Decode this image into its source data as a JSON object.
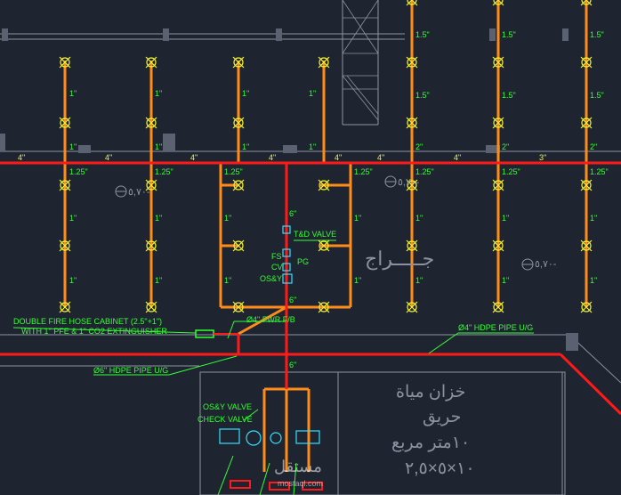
{
  "colors": {
    "background": "#1f2530",
    "branch_pipe": "#ff8c1a",
    "main_pipe": "#ff1a1a",
    "label": "#33ff33",
    "valve_label": "#33e0ff",
    "sprinkler": "#f2f233",
    "wall": "#8c93a0"
  },
  "main_labels": {
    "sizes_4": "4\"",
    "size_3": "3\"",
    "size_6": "6\"",
    "size_1": "1\"",
    "size_125": "1.25\"",
    "size_15": "1.5\"",
    "size_2": "2\""
  },
  "valves": {
    "td_valve": "T&D VALVE",
    "fs": "FS",
    "cv": "CV",
    "pg": "PG",
    "osy": "OS&Y",
    "osy_valve": "OS&Y VALVE",
    "check_valve": "CHECK VALVE"
  },
  "callouts": {
    "fire_cabinet_1": "DOUBLE FIRE HOSE CABINET (2.5\"+1\")",
    "fire_cabinet_2": "WITH 1\" PFE & 1\" CO2 EXTINGUISHER",
    "fwr": "Ø4\" FWR F/B",
    "hdpe6": "Ø6\" HDPE PIPE U/G",
    "hdpe4": "Ø4\" HDPE PIPE U/G"
  },
  "room_labels": {
    "garage": "جـــــراج",
    "level_1": "٥,٧٠-",
    "level_2": "٥,٧٠-",
    "level_3": "٥,٧٠-",
    "tank_1": "خزان مياة",
    "tank_2": "حريق",
    "tank_3": "١٠متر مربع",
    "tank_4": "١٠×٥×٢,٥"
  },
  "watermark": {
    "text": "مستقل",
    "url": "mostaql.com"
  }
}
